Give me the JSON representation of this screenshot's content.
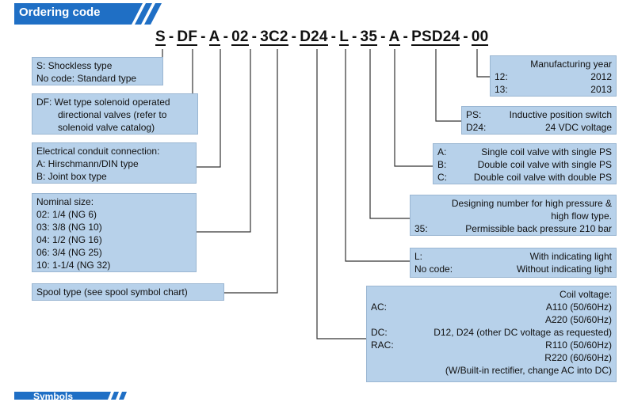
{
  "header": {
    "title": "Ordering code"
  },
  "code": {
    "parts": [
      "S",
      "DF",
      "A",
      "02",
      "3C2",
      "D24",
      "L",
      "35",
      "A",
      "PSD24",
      "00"
    ],
    "separator": "-"
  },
  "left_boxes": {
    "shockless": {
      "l1": "S: Shockless type",
      "l2": "No code: Standard type"
    },
    "df": {
      "l1": "DF: Wet type solenoid operated",
      "l2": "directional valves (refer to",
      "l3": "solenoid valve catalog)"
    },
    "conduit": {
      "l1": "Electrical conduit connection:",
      "l2": "A: Hirschmann/DIN type",
      "l3": "B: Joint box type"
    },
    "size": {
      "l1": "Nominal size:",
      "l2": "02: 1/4 (NG 6)",
      "l3": "03: 3/8 (NG 10)",
      "l4": "04: 1/2 (NG 16)",
      "l5": "06: 3/4 (NG 25)",
      "l6": "10: 1-1/4 (NG 32)"
    },
    "spool": {
      "l1": "Spool type (see spool symbol chart)"
    }
  },
  "right_boxes": {
    "year": {
      "title": "Manufacturing year",
      "k1": "12:",
      "v1": "2012",
      "k2": "13:",
      "v2": "2013"
    },
    "ps": {
      "k1": "PS:",
      "v1": "Inductive position switch",
      "k2": "D24:",
      "v2": "24 VDC voltage"
    },
    "coil": {
      "k1": "A:",
      "v1": "Single coil valve with single PS",
      "k2": "B:",
      "v2": "Double coil valve with single PS",
      "k3": "C:",
      "v3": "Double coil valve with double PS"
    },
    "design": {
      "l1": "Designing number for high pressure &",
      "l2": "high flow type.",
      "k3": "35:",
      "v3": "Permissible back pressure 210 bar"
    },
    "light": {
      "k1": "L:",
      "v1": "With indicating light",
      "k2": "No code:",
      "v2": "Without indicating light"
    },
    "voltage": {
      "title": "Coil voltage:",
      "ac_k": "AC:",
      "ac_v1": "A110 (50/60Hz)",
      "ac_v2": "A220 (50/60Hz)",
      "dc_k": "DC:",
      "dc_v": "D12, D24 (other DC voltage as requested)",
      "rac_k": "RAC:",
      "rac_v1": "R110 (50/60Hz)",
      "rac_v2": "R220 (60/60Hz)",
      "note": "(W/Built-in rectifier, change AC into DC)"
    }
  },
  "footer": {
    "title": "Symbols"
  },
  "colors": {
    "header": "#1f6fc5",
    "box": "#b7d1ea",
    "line": "#333333"
  }
}
